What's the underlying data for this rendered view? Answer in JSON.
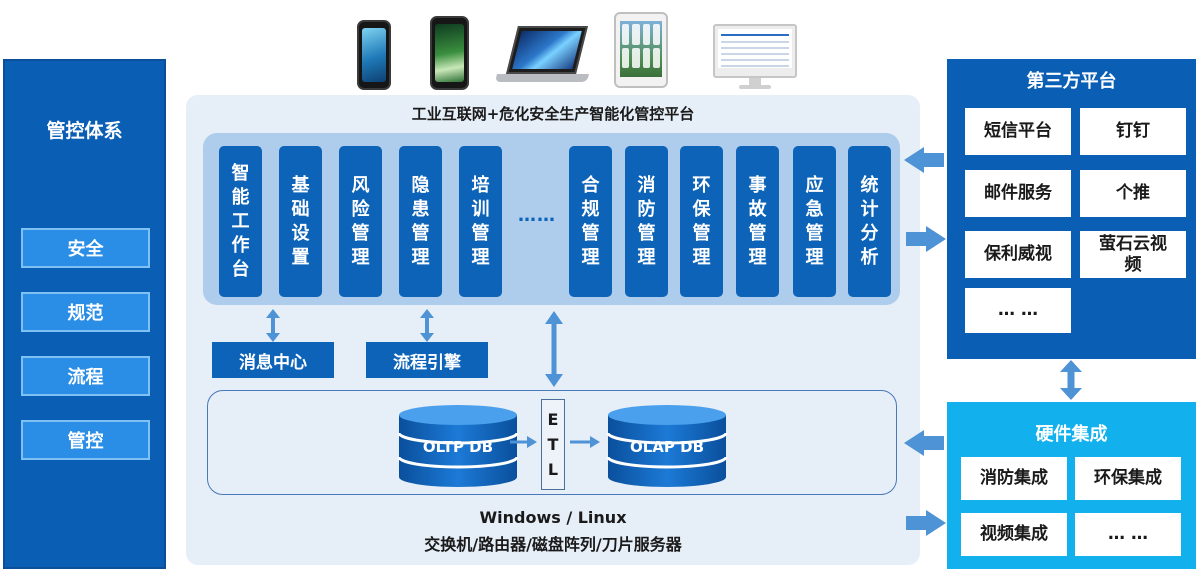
{
  "governance": {
    "title": "管控体系",
    "items": [
      "安全",
      "规范",
      "流程",
      "管控"
    ]
  },
  "platform": {
    "title": "工业互联网+危化安全生产智能化管控平台",
    "modules": [
      "智能工作台",
      "基础设置",
      "风险管理",
      "隐患管理",
      "培训管理",
      "合规管理",
      "消防管理",
      "环保管理",
      "事故管理",
      "应急管理",
      "统计分析"
    ],
    "ellipsis": "……",
    "services": {
      "message_center": "消息中心",
      "workflow_engine": "流程引擎"
    },
    "databases": {
      "oltp": "OLTP DB",
      "etl": [
        "E",
        "T",
        "L"
      ],
      "olap": "OLAP DB"
    },
    "infrastructure": {
      "os": "Windows / Linux",
      "hardware": "交换机/路由器/磁盘阵列/刀片服务器"
    }
  },
  "third_party": {
    "title": "第三方平台",
    "items": [
      "短信平台",
      "钉钉",
      "邮件服务",
      "个推",
      "保利威视",
      "萤石云视频",
      "… …"
    ]
  },
  "hardware_integration": {
    "title": "硬件集成",
    "items": [
      "消防集成",
      "环保集成",
      "视频集成",
      "… …"
    ]
  },
  "colors": {
    "dark_blue": "#0a5fb4",
    "module_blue": "#0c63b8",
    "light_blue": "#aecdec",
    "platform_bg": "#e6eef8",
    "cyan": "#12b1ee",
    "arrow": "#4d93d6"
  },
  "icons": {
    "devices": [
      "smartphone-icon",
      "smartphone-icon",
      "laptop-icon",
      "tablet-icon",
      "desktop-monitor-icon"
    ],
    "connectors": [
      "double-arrow-icon",
      "right-arrow-icon",
      "left-arrow-icon"
    ],
    "database": "database-cylinder-icon"
  }
}
